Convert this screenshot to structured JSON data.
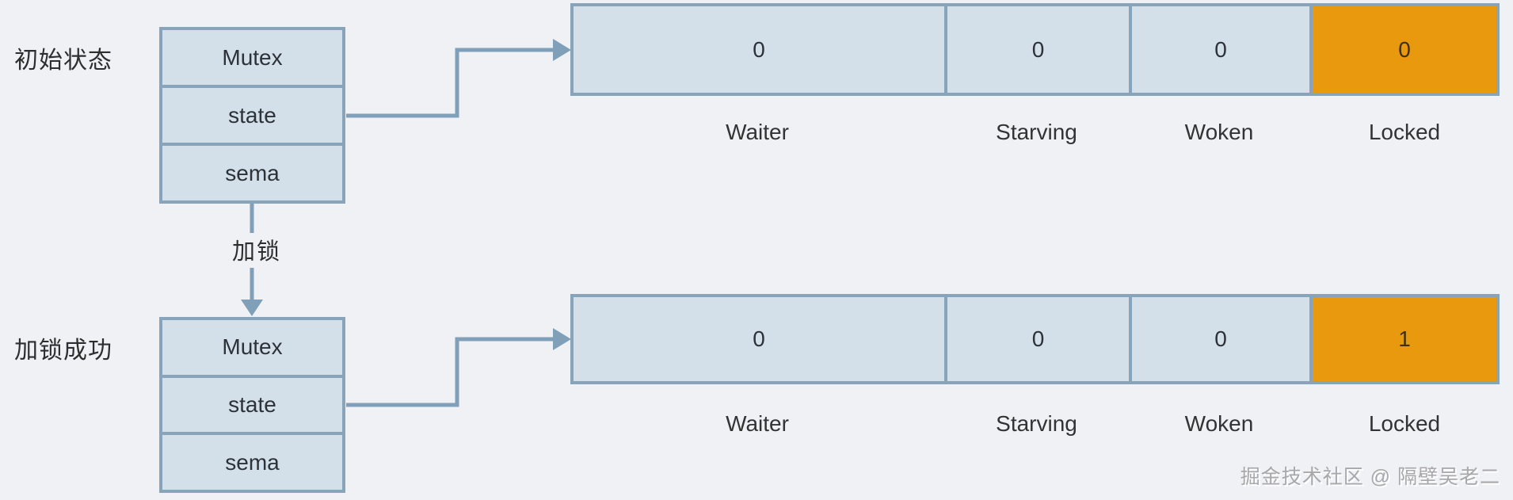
{
  "colors": {
    "bg": "#f0f1f4",
    "cell_fill": "#d3e0ea",
    "cell_border": "#87a4ba",
    "highlight_fill": "#e8990e",
    "arrow": "#7fa0b8",
    "text": "#2d3138",
    "highlight_text": "#3f2f08",
    "watermark": "#a8a8ab"
  },
  "states": [
    {
      "label": "初始状态",
      "struct_rows": [
        "Mutex",
        "state",
        "sema"
      ],
      "fields": [
        {
          "name": "Waiter",
          "value": "0",
          "highlight": false
        },
        {
          "name": "Starving",
          "value": "0",
          "highlight": false
        },
        {
          "name": "Woken",
          "value": "0",
          "highlight": false
        },
        {
          "name": "Locked",
          "value": "0",
          "highlight": true
        }
      ]
    },
    {
      "label": "加锁成功",
      "struct_rows": [
        "Mutex",
        "state",
        "sema"
      ],
      "fields": [
        {
          "name": "Waiter",
          "value": "0",
          "highlight": false
        },
        {
          "name": "Starving",
          "value": "0",
          "highlight": false
        },
        {
          "name": "Woken",
          "value": "0",
          "highlight": false
        },
        {
          "name": "Locked",
          "value": "1",
          "highlight": true
        }
      ]
    }
  ],
  "transition": {
    "label": "加锁"
  },
  "watermark": {
    "text": "掘金技术社区 @ 隔壁吴老二"
  }
}
